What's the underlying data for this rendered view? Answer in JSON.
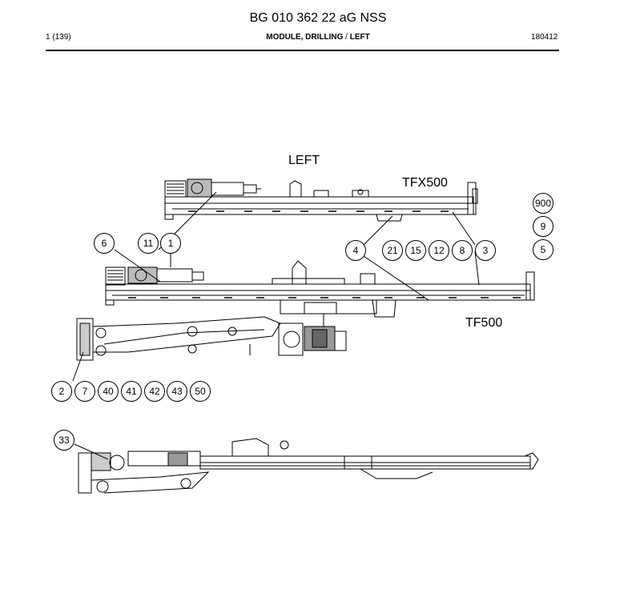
{
  "header": {
    "title": "BG 010 362 22 aG NSS",
    "page": "1 (139)",
    "module": "MODULE, DRILLING",
    "module_separator": "/",
    "side": "LEFT",
    "date": "180412"
  },
  "labels": {
    "left": "LEFT",
    "tfx500": "TFX500",
    "tf500": "TF500"
  },
  "callouts": {
    "c900": "900",
    "c9": "9",
    "c5": "5",
    "c6": "6",
    "c11": "11",
    "c1": "1",
    "c4": "4",
    "c21": "21",
    "c15": "15",
    "c12": "12",
    "c8": "8",
    "c3": "3",
    "c2": "2",
    "c7": "7",
    "c40": "40",
    "c41": "41",
    "c42": "42",
    "c43": "43",
    "c50": "50",
    "c33": "33"
  }
}
